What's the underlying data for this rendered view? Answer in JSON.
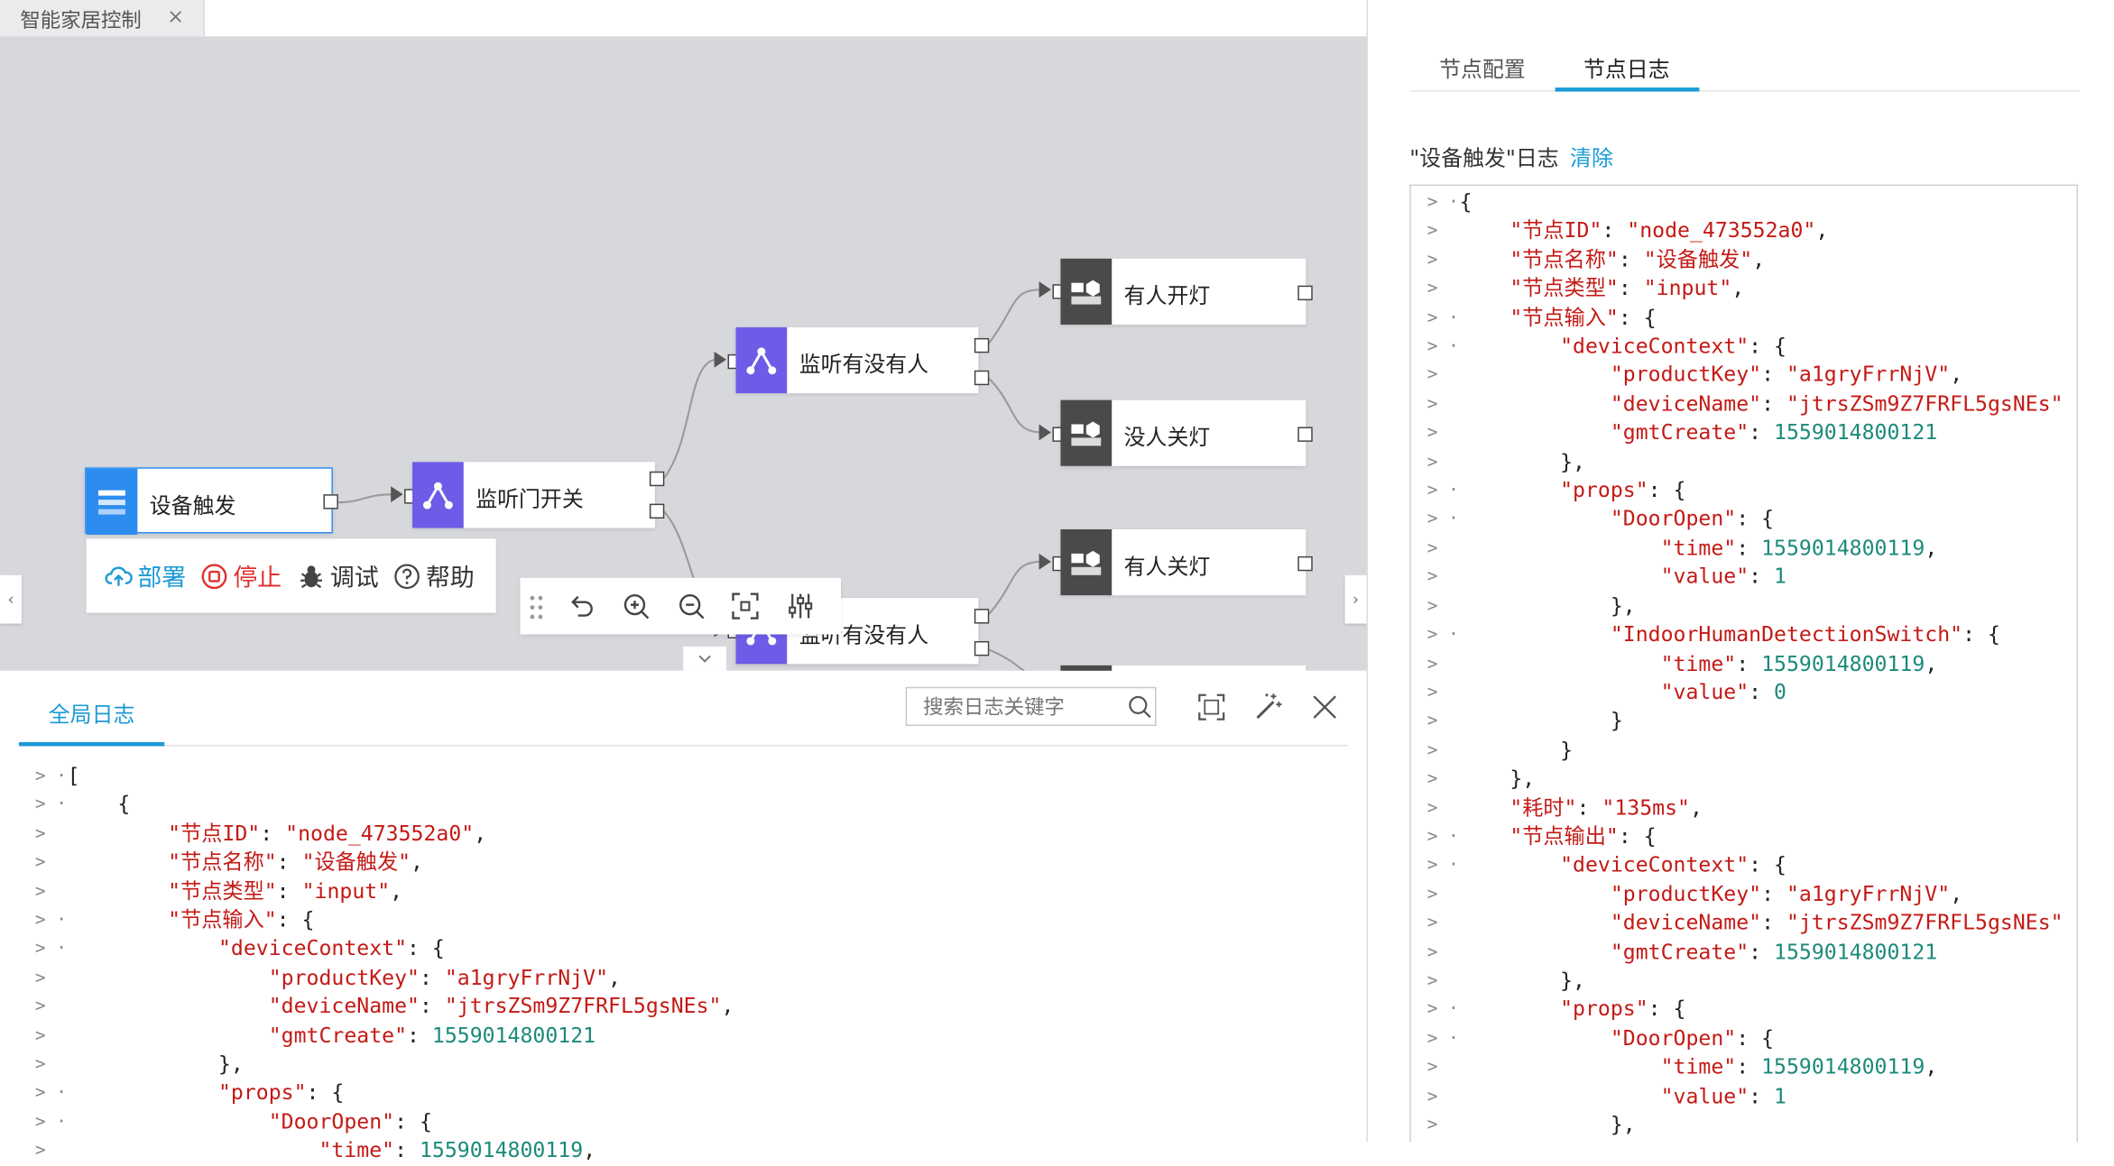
{
  "tab": {
    "title": "智能家居控制",
    "close": "×"
  },
  "nodes": {
    "device_trigger": "设备触发",
    "listen_door": "监听门开关",
    "listen_person_1": "监听有没有人",
    "listen_person_2": "监听有没有人",
    "light_on": "有人开灯",
    "light_off_none": "没人关灯",
    "light_off_person": "有人关灯"
  },
  "toolbar": {
    "deploy": "部署",
    "stop": "停止",
    "debug": "调试",
    "help": "帮助"
  },
  "global_log": {
    "tab_label": "全局日志",
    "search_placeholder": "搜索日志关键字",
    "lines": [
      {
        "g": "> ·",
        "t": [
          [
            "p",
            "["
          ]
        ]
      },
      {
        "g": "> ·",
        "t": [
          [
            "p",
            "    {"
          ]
        ]
      },
      {
        "g": ">",
        "t": [
          [
            "p",
            "        "
          ],
          [
            "k",
            "\"节点ID\""
          ],
          [
            "p",
            ": "
          ],
          [
            "s",
            "\"node_473552a0\""
          ],
          [
            "p",
            ","
          ]
        ]
      },
      {
        "g": ">",
        "t": [
          [
            "p",
            "        "
          ],
          [
            "k",
            "\"节点名称\""
          ],
          [
            "p",
            ": "
          ],
          [
            "s",
            "\"设备触发\""
          ],
          [
            "p",
            ","
          ]
        ]
      },
      {
        "g": ">",
        "t": [
          [
            "p",
            "        "
          ],
          [
            "k",
            "\"节点类型\""
          ],
          [
            "p",
            ": "
          ],
          [
            "s",
            "\"input\""
          ],
          [
            "p",
            ","
          ]
        ]
      },
      {
        "g": "> ·",
        "t": [
          [
            "p",
            "        "
          ],
          [
            "k",
            "\"节点输入\""
          ],
          [
            "p",
            ": {"
          ]
        ]
      },
      {
        "g": "> ·",
        "t": [
          [
            "p",
            "            "
          ],
          [
            "k",
            "\"deviceContext\""
          ],
          [
            "p",
            ": {"
          ]
        ]
      },
      {
        "g": ">",
        "t": [
          [
            "p",
            "                "
          ],
          [
            "k",
            "\"productKey\""
          ],
          [
            "p",
            ": "
          ],
          [
            "s",
            "\"a1gryFrrNjV\""
          ],
          [
            "p",
            ","
          ]
        ]
      },
      {
        "g": ">",
        "t": [
          [
            "p",
            "                "
          ],
          [
            "k",
            "\"deviceName\""
          ],
          [
            "p",
            ": "
          ],
          [
            "s",
            "\"jtrsZSm9Z7FRFL5gsNEs\""
          ],
          [
            "p",
            ","
          ]
        ]
      },
      {
        "g": ">",
        "t": [
          [
            "p",
            "                "
          ],
          [
            "k",
            "\"gmtCreate\""
          ],
          [
            "p",
            ": "
          ],
          [
            "n",
            "1559014800121"
          ]
        ]
      },
      {
        "g": ">",
        "t": [
          [
            "p",
            "            },"
          ]
        ]
      },
      {
        "g": "> ·",
        "t": [
          [
            "p",
            "            "
          ],
          [
            "k",
            "\"props\""
          ],
          [
            "p",
            ": {"
          ]
        ]
      },
      {
        "g": "> ·",
        "t": [
          [
            "p",
            "                "
          ],
          [
            "k",
            "\"DoorOpen\""
          ],
          [
            "p",
            ": {"
          ]
        ]
      },
      {
        "g": ">",
        "t": [
          [
            "p",
            "                    "
          ],
          [
            "k",
            "\"time\""
          ],
          [
            "p",
            ": "
          ],
          [
            "n",
            "1559014800119"
          ],
          [
            "p",
            ","
          ]
        ]
      }
    ]
  },
  "node_log": {
    "tab_config": "节点配置",
    "tab_log": "节点日志",
    "title": "\"设备触发\"日志",
    "clear": "清除",
    "lines": [
      {
        "g": "> ·",
        "t": [
          [
            "p",
            "{"
          ]
        ]
      },
      {
        "g": ">",
        "t": [
          [
            "p",
            "    "
          ],
          [
            "k",
            "\"节点ID\""
          ],
          [
            "p",
            ": "
          ],
          [
            "s",
            "\"node_473552a0\""
          ],
          [
            "p",
            ","
          ]
        ]
      },
      {
        "g": ">",
        "t": [
          [
            "p",
            "    "
          ],
          [
            "k",
            "\"节点名称\""
          ],
          [
            "p",
            ": "
          ],
          [
            "s",
            "\"设备触发\""
          ],
          [
            "p",
            ","
          ]
        ]
      },
      {
        "g": ">",
        "t": [
          [
            "p",
            "    "
          ],
          [
            "k",
            "\"节点类型\""
          ],
          [
            "p",
            ": "
          ],
          [
            "s",
            "\"input\""
          ],
          [
            "p",
            ","
          ]
        ]
      },
      {
        "g": "> ·",
        "t": [
          [
            "p",
            "    "
          ],
          [
            "k",
            "\"节点输入\""
          ],
          [
            "p",
            ": {"
          ]
        ]
      },
      {
        "g": "> ·",
        "t": [
          [
            "p",
            "        "
          ],
          [
            "k",
            "\"deviceContext\""
          ],
          [
            "p",
            ": {"
          ]
        ]
      },
      {
        "g": ">",
        "t": [
          [
            "p",
            "            "
          ],
          [
            "k",
            "\"productKey\""
          ],
          [
            "p",
            ": "
          ],
          [
            "s",
            "\"a1gryFrrNjV\""
          ],
          [
            "p",
            ","
          ]
        ]
      },
      {
        "g": ">",
        "t": [
          [
            "p",
            "            "
          ],
          [
            "k",
            "\"deviceName\""
          ],
          [
            "p",
            ": "
          ],
          [
            "s",
            "\"jtrsZSm9Z7FRFL5gsNEs\""
          ]
        ]
      },
      {
        "g": ">",
        "t": [
          [
            "p",
            "            "
          ],
          [
            "k",
            "\"gmtCreate\""
          ],
          [
            "p",
            ": "
          ],
          [
            "n",
            "1559014800121"
          ]
        ]
      },
      {
        "g": ">",
        "t": [
          [
            "p",
            "        },"
          ]
        ]
      },
      {
        "g": "> ·",
        "t": [
          [
            "p",
            "        "
          ],
          [
            "k",
            "\"props\""
          ],
          [
            "p",
            ": {"
          ]
        ]
      },
      {
        "g": "> ·",
        "t": [
          [
            "p",
            "            "
          ],
          [
            "k",
            "\"DoorOpen\""
          ],
          [
            "p",
            ": {"
          ]
        ]
      },
      {
        "g": ">",
        "t": [
          [
            "p",
            "                "
          ],
          [
            "k",
            "\"time\""
          ],
          [
            "p",
            ": "
          ],
          [
            "n",
            "1559014800119"
          ],
          [
            "p",
            ","
          ]
        ]
      },
      {
        "g": ">",
        "t": [
          [
            "p",
            "                "
          ],
          [
            "k",
            "\"value\""
          ],
          [
            "p",
            ": "
          ],
          [
            "n",
            "1"
          ]
        ]
      },
      {
        "g": ">",
        "t": [
          [
            "p",
            "            },"
          ]
        ]
      },
      {
        "g": "> ·",
        "t": [
          [
            "p",
            "            "
          ],
          [
            "k",
            "\"IndoorHumanDetectionSwitch\""
          ],
          [
            "p",
            ": {"
          ]
        ]
      },
      {
        "g": ">",
        "t": [
          [
            "p",
            "                "
          ],
          [
            "k",
            "\"time\""
          ],
          [
            "p",
            ": "
          ],
          [
            "n",
            "1559014800119"
          ],
          [
            "p",
            ","
          ]
        ]
      },
      {
        "g": ">",
        "t": [
          [
            "p",
            "                "
          ],
          [
            "k",
            "\"value\""
          ],
          [
            "p",
            ": "
          ],
          [
            "n",
            "0"
          ]
        ]
      },
      {
        "g": ">",
        "t": [
          [
            "p",
            "            }"
          ]
        ]
      },
      {
        "g": ">",
        "t": [
          [
            "p",
            "        }"
          ]
        ]
      },
      {
        "g": ">",
        "t": [
          [
            "p",
            "    },"
          ]
        ]
      },
      {
        "g": ">",
        "t": [
          [
            "p",
            "    "
          ],
          [
            "k",
            "\"耗时\""
          ],
          [
            "p",
            ": "
          ],
          [
            "s",
            "\"135ms\""
          ],
          [
            "p",
            ","
          ]
        ]
      },
      {
        "g": "> ·",
        "t": [
          [
            "p",
            "    "
          ],
          [
            "k",
            "\"节点输出\""
          ],
          [
            "p",
            ": {"
          ]
        ]
      },
      {
        "g": "> ·",
        "t": [
          [
            "p",
            "        "
          ],
          [
            "k",
            "\"deviceContext\""
          ],
          [
            "p",
            ": {"
          ]
        ]
      },
      {
        "g": ">",
        "t": [
          [
            "p",
            "            "
          ],
          [
            "k",
            "\"productKey\""
          ],
          [
            "p",
            ": "
          ],
          [
            "s",
            "\"a1gryFrrNjV\""
          ],
          [
            "p",
            ","
          ]
        ]
      },
      {
        "g": ">",
        "t": [
          [
            "p",
            "            "
          ],
          [
            "k",
            "\"deviceName\""
          ],
          [
            "p",
            ": "
          ],
          [
            "s",
            "\"jtrsZSm9Z7FRFL5gsNEs\""
          ]
        ]
      },
      {
        "g": ">",
        "t": [
          [
            "p",
            "            "
          ],
          [
            "k",
            "\"gmtCreate\""
          ],
          [
            "p",
            ": "
          ],
          [
            "n",
            "1559014800121"
          ]
        ]
      },
      {
        "g": ">",
        "t": [
          [
            "p",
            "        },"
          ]
        ]
      },
      {
        "g": "> ·",
        "t": [
          [
            "p",
            "        "
          ],
          [
            "k",
            "\"props\""
          ],
          [
            "p",
            ": {"
          ]
        ]
      },
      {
        "g": "> ·",
        "t": [
          [
            "p",
            "            "
          ],
          [
            "k",
            "\"DoorOpen\""
          ],
          [
            "p",
            ": {"
          ]
        ]
      },
      {
        "g": ">",
        "t": [
          [
            "p",
            "                "
          ],
          [
            "k",
            "\"time\""
          ],
          [
            "p",
            ": "
          ],
          [
            "n",
            "1559014800119"
          ],
          [
            "p",
            ","
          ]
        ]
      },
      {
        "g": ">",
        "t": [
          [
            "p",
            "                "
          ],
          [
            "k",
            "\"value\""
          ],
          [
            "p",
            ": "
          ],
          [
            "n",
            "1"
          ]
        ]
      },
      {
        "g": ">",
        "t": [
          [
            "p",
            "            },"
          ]
        ]
      }
    ]
  },
  "colors": {
    "accent": "#1b9ad6",
    "trigger_node": "#2d8cf0",
    "logic_node": "#6c5ce7",
    "action_node": "#4a4a4a",
    "stop": "#e03131",
    "canvas": "#d6d8dc"
  },
  "icons": {
    "deploy": "cloud-upload-icon",
    "stop": "stop-circle-icon",
    "debug": "bug-icon",
    "help": "help-circle-icon",
    "undo": "undo-icon",
    "zoom_in": "zoom-in-icon",
    "zoom_out": "zoom-out-icon",
    "fit": "fit-screen-icon",
    "settings": "sliders-icon",
    "search": "search-icon",
    "fullscreen": "fullscreen-icon",
    "clean": "magic-wand-icon",
    "close": "close-icon"
  }
}
